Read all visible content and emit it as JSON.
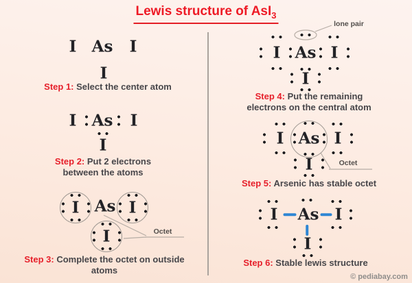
{
  "title": {
    "text": "Lewis structure of AsI",
    "subscript": "3"
  },
  "atoms": {
    "center": "As",
    "outer": "I"
  },
  "labels": {
    "lone_pair": "lone pair",
    "octet": "Octet"
  },
  "steps": [
    {
      "label": "Step 1:",
      "text": "Select the center atom"
    },
    {
      "label": "Step 2:",
      "text": "Put 2 electrons\nbetween the atoms"
    },
    {
      "label": "Step 3:",
      "text": "Complete the octet on outside\natoms"
    },
    {
      "label": "Step 4:",
      "text": "Put the remaining\nelectrons on the central atom"
    },
    {
      "label": "Step 5:",
      "text": "Arsenic has stable octet"
    },
    {
      "label": "Step 6:",
      "text": "Stable lewis structure"
    }
  ],
  "watermark": "© pediabay.com",
  "colors": {
    "accent_red": "#ee1b26",
    "bond_blue": "#2e86d4",
    "background_peach": "#fdece2",
    "caption_gray": "#47464a",
    "annotation_gray": "#a29b95"
  }
}
